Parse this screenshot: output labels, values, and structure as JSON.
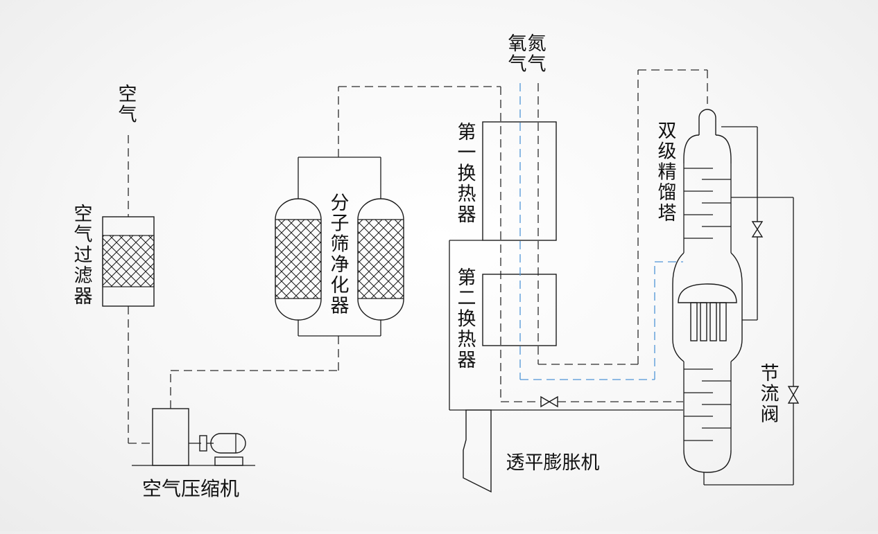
{
  "labels": {
    "air": "空气",
    "air_filter": "空气过滤器",
    "air_compressor": "空气压缩机",
    "molecular_sieve": "分子筛净化器",
    "oxygen": "氧气",
    "nitrogen": "氮气",
    "hx1": "第一换热器",
    "hx2": "第二换热器",
    "turbo_expander": "透平膨胀机",
    "double_column": "双级精馏塔",
    "throttle_valve": "节流阀"
  },
  "colors": {
    "line": "#1a1a1a",
    "product_line": "#4f95d6",
    "background": "#f4f4f4"
  }
}
